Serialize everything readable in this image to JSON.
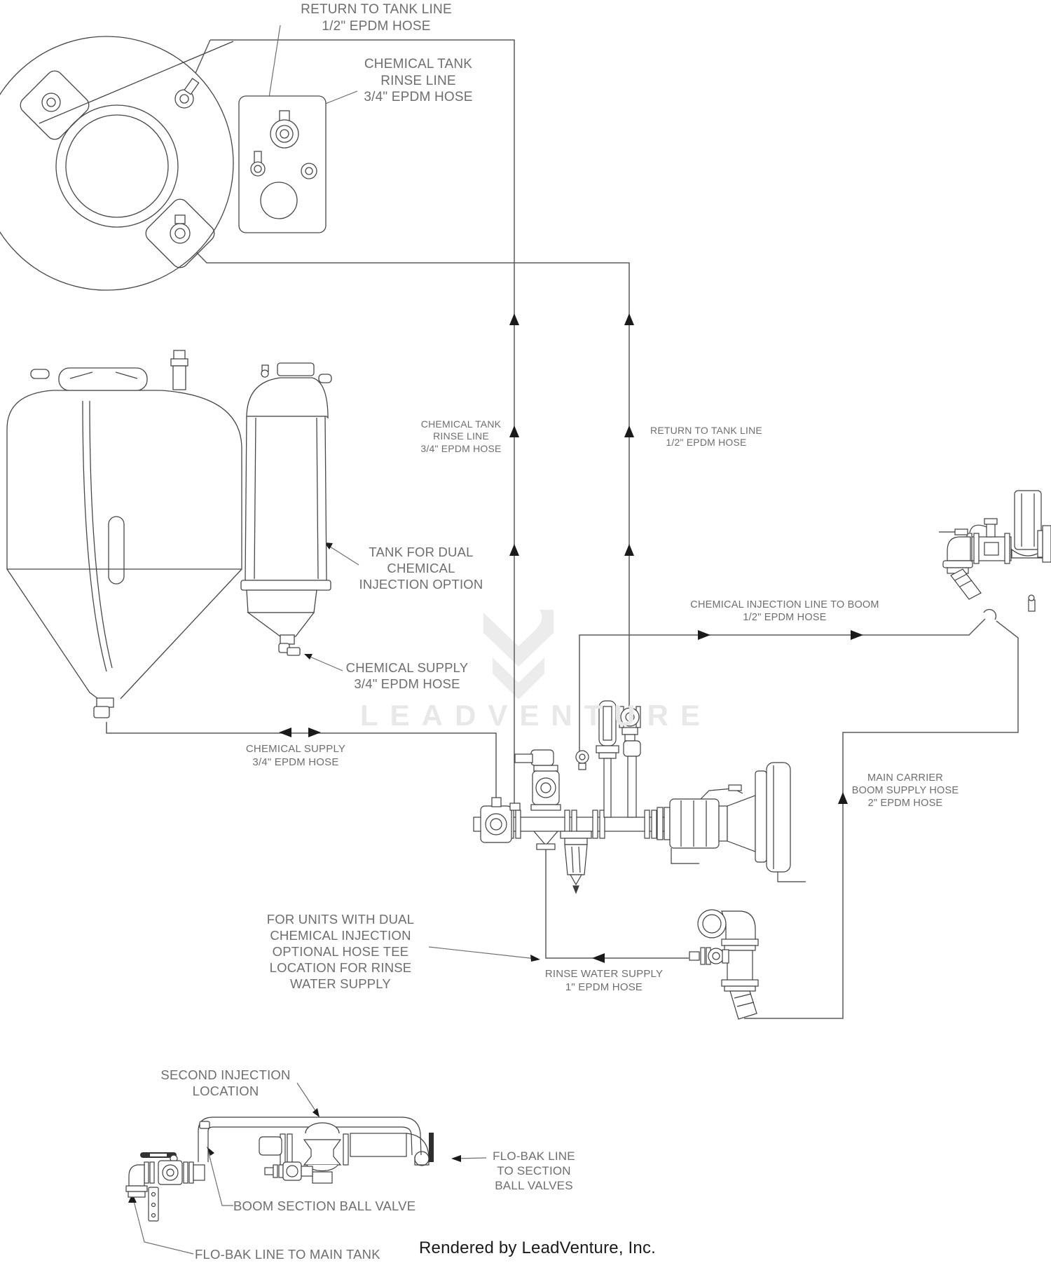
{
  "watermark": {
    "logo": "leadventure-flame-logo",
    "text": "LEADVENTURE"
  },
  "footer": {
    "credit": "Rendered by LeadVenture, Inc."
  },
  "colors": {
    "line_art": "#474747",
    "hose_line": "#5a5a5a",
    "label_text": "#6e6e6e",
    "arrow": "#1a1a1a",
    "watermark": "#e8e8e8",
    "background": "#ffffff"
  },
  "labels": {
    "top_return_line": "RETURN TO TANK LINE\n1/2\" EPDM HOSE",
    "top_rinse_line": "CHEMICAL TANK\nRINSE LINE\n3/4\" EPDM HOSE",
    "mid_rinse_line": "CHEMICAL TANK\nRINSE LINE\n3/4\" EPDM HOSE",
    "mid_return_line": "RETURN TO TANK LINE\n1/2\" EPDM HOSE",
    "dual_tank": "TANK FOR DUAL\nCHEMICAL\nINJECTION OPTION",
    "chemical_supply_upper": "CHEMICAL SUPPLY\n3/4\" EPDM HOSE",
    "chemical_supply_lower": "CHEMICAL SUPPLY\n3/4\" EPDM HOSE",
    "injection_to_boom": "CHEMICAL INJECTION LINE TO BOOM\n1/2\" EPDM HOSE",
    "main_carrier": "MAIN CARRIER\nBOOM SUPPLY HOSE\n2\" EPDM HOSE",
    "dual_injection_note": "FOR UNITS WITH DUAL\nCHEMICAL INJECTION\nOPTIONAL HOSE TEE\nLOCATION FOR RINSE\nWATER SUPPLY",
    "rinse_water_supply": "RINSE WATER SUPPLY\n1\" EPDM HOSE",
    "second_injection": "SECOND INJECTION\nLOCATION",
    "flobak_to_sections": "FLO-BAK LINE\nTO SECTION\nBALL VALVES",
    "boom_section_valve": "BOOM SECTION BALL VALVE",
    "flobak_to_main_tank": "FLO-BAK LINE TO MAIN TANK"
  }
}
